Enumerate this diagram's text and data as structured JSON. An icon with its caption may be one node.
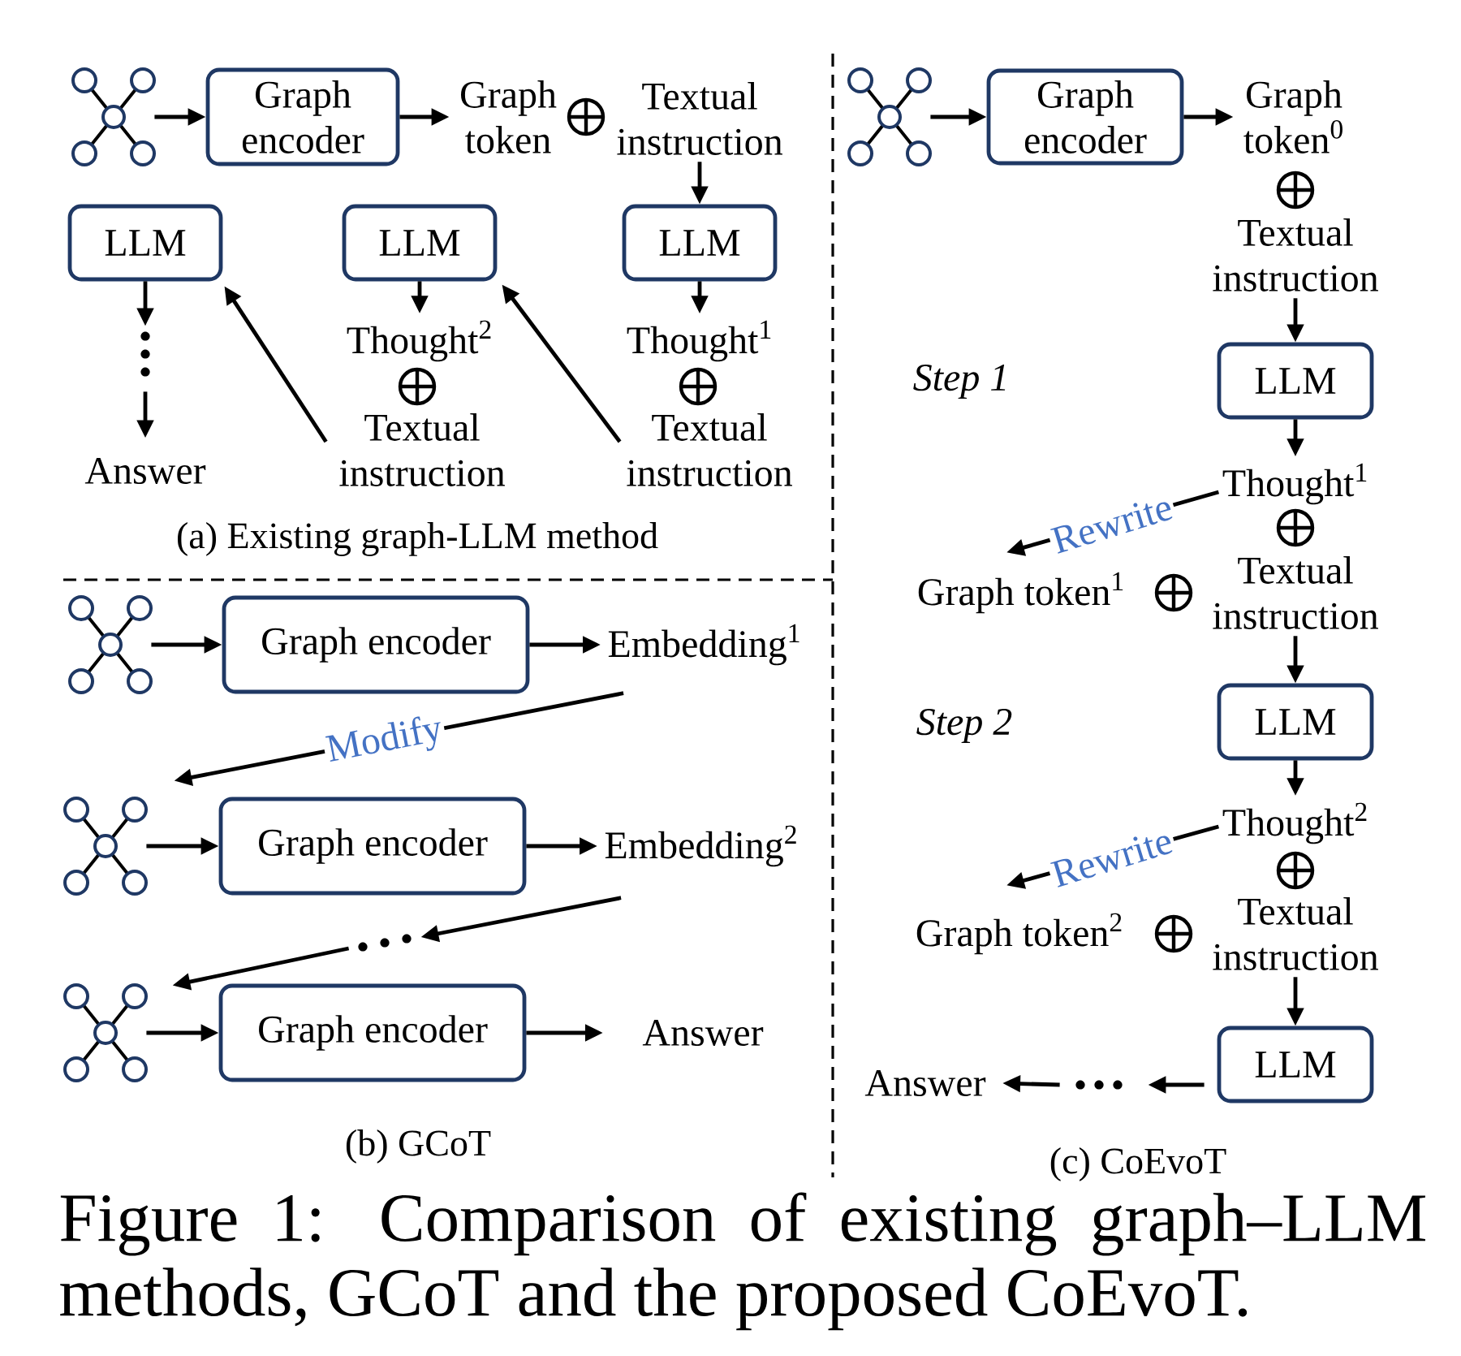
{
  "diagram": {
    "caption": "Figure 1: Comparison of existing graph–LLM methods, GCoT and the proposed CoEvoT.",
    "nodes": [
      {
        "text": [],
        "shape": "picture"
      },
      {
        "text": [
          "Graph encoder"
        ]
      },
      {
        "text": [
          "Graph token"
        ]
      },
      {
        "text": [
          "Textual instruction"
        ]
      },
      {
        "text": [
          "LLM"
        ]
      },
      {
        "text": [
          "Thought$^{1}$"
        ]
      },
      {
        "text": [
          "Textual instruction"
        ]
      },
      {
        "text": [
          "LLM"
        ]
      },
      {
        "text": [
          "Thought$^{2}$"
        ]
      },
      {
        "text": [
          "Textual instruction"
        ]
      },
      {
        "text": [
          "LLM"
        ]
      },
      {
        "text": [],
        "shape": "dots"
      },
      {
        "text": [
          "Answer"
        ]
      },
      {
        "text": [],
        "shape": "picture"
      },
      {
        "text": [
          "Graph encoder"
        ]
      },
      {
        "text": [
          "Embedding$^{1}$"
        ]
      },
      {
        "text": [],
        "shape": "picture"
      },
      {
        "text": [
          "Graph encoder"
        ]
      },
      {
        "text": [
          "Embedding$^{2}$"
        ]
      },
      {
        "text": [],
        "shape": "dots"
      },
      {
        "text": [],
        "shape": "picture"
      },
      {
        "text": [
          "Graph encoder"
        ]
      },
      {
        "text": [
          "Answer"
        ]
      },
      {
        "text": [],
        "shape": "picture"
      },
      {
        "text": [
          "Graph encoder"
        ]
      },
      {
        "text": [
          "Graph token$^{0}$"
        ]
      },
      {
        "text": [
          "Textual instruction"
        ]
      },
      {
        "text": [
          "LLM"
        ]
      },
      {
        "text": [
          "Thought$^{1}$"
        ]
      },
      {
        "text": [
          "Textual instruction"
        ]
      },
      {
        "text": [
          "Graph token$^{1}$"
        ]
      },
      {
        "text": [
          "LLM"
        ]
      },
      {
        "text": [
          "Thought$^{2}$"
        ]
      },
      {
        "text": [
          "Textual instruction"
        ]
      },
      {
        "text": [
          "Graph token$^{2}$"
        ]
      },
      {
        "text": [
          "LLM"
        ]
      },
      {
        "text": [],
        "shape": "dots"
      },
      {
        "text": [
          "Answer"
        ]
      }
    ],
    "edges": [
      {
        "from": 0,
        "to": 1,
        "arrow": "to"
      },
      {
        "from": 1,
        "to": 2,
        "arrow": "to"
      },
      {
        "from": 3,
        "to": 4,
        "arrow": "to"
      },
      {
        "from": 4,
        "to": 5,
        "arrow": "to"
      },
      {
        "from": 6,
        "to": 7,
        "arrow": "to"
      },
      {
        "from": 7,
        "to": 8,
        "arrow": "to"
      },
      {
        "from": 9,
        "to": 10,
        "arrow": "to"
      },
      {
        "from": 10,
        "to": 11,
        "arrow": "to"
      },
      {
        "from": 11,
        "to": 12,
        "arrow": "to"
      },
      {
        "from": 13,
        "to": 14,
        "arrow": "to"
      },
      {
        "from": 14,
        "to": 15,
        "arrow": "to"
      },
      {
        "from": 15,
        "to": 16,
        "arrow": "to",
        "label": "Modify"
      },
      {
        "from": 16,
        "to": 17,
        "arrow": "to"
      },
      {
        "from": 17,
        "to": 18,
        "arrow": "to"
      },
      {
        "from": 18,
        "to": 19,
        "arrow": "to"
      },
      {
        "from": 19,
        "to": 20,
        "arrow": "to"
      },
      {
        "from": 20,
        "to": 21,
        "arrow": "to"
      },
      {
        "from": 21,
        "to": 22,
        "arrow": "to"
      },
      {
        "from": 23,
        "to": 24,
        "arrow": "to"
      },
      {
        "from": 24,
        "to": 25,
        "arrow": "to"
      },
      {
        "from": 26,
        "to": 27,
        "arrow": "to"
      },
      {
        "from": 27,
        "to": 28,
        "arrow": "to"
      },
      {
        "from": 28,
        "to": 30,
        "arrow": "to",
        "label": "Rewrite"
      },
      {
        "from": 29,
        "to": 31,
        "arrow": "to"
      },
      {
        "from": 31,
        "to": 32,
        "arrow": "to"
      },
      {
        "from": 32,
        "to": 34,
        "arrow": "to",
        "label": "Rewrite"
      },
      {
        "from": 33,
        "to": 35,
        "arrow": "to"
      },
      {
        "from": 35,
        "to": 36,
        "arrow": "to"
      },
      {
        "from": 36,
        "to": 37,
        "arrow": "to"
      }
    ],
    "labels": [
      "(a) Existing graph-LLM method",
      "(b) GCoT",
      "Step 1",
      "Step 2",
      "(c) CoEvoT"
    ]
  }
}
